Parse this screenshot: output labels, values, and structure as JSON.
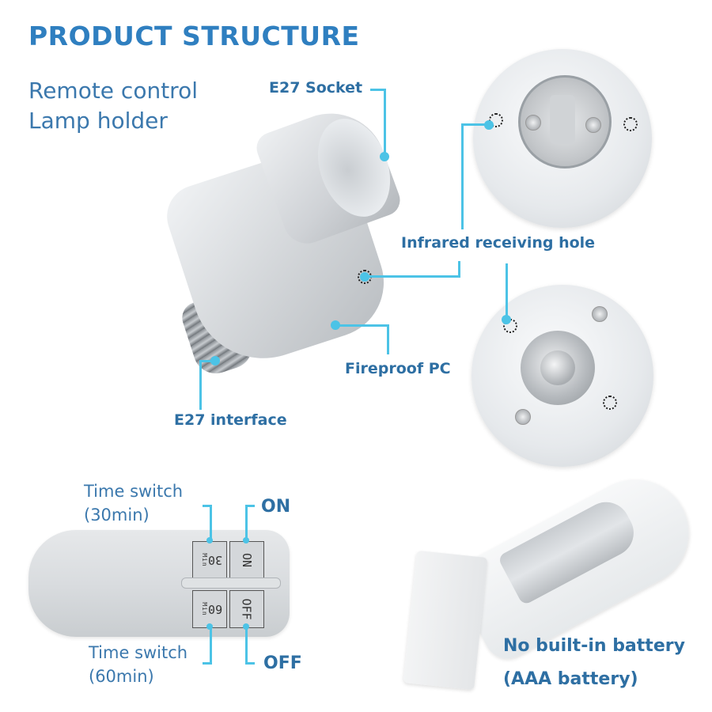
{
  "header": {
    "title": "PRODUCT STRUCTURE",
    "subtitle_line1": "Remote control",
    "subtitle_line2": "Lamp holder"
  },
  "lamp_holder": {
    "labels": {
      "socket": "E27 Socket",
      "infrared": "Infrared receiving hole",
      "material": "Fireproof PC",
      "interface": "E27 interface"
    }
  },
  "remote": {
    "labels": {
      "timer30_line1": "Time switch",
      "timer30_line2": "(30min)",
      "on": "ON",
      "timer60_line1": "Time switch",
      "timer60_line2": "(60min)",
      "off": "OFF"
    },
    "buttons": {
      "b30": "30",
      "b30_unit": "Min",
      "on": "ON",
      "b60": "60",
      "b60_unit": "Min",
      "off": "OFF"
    }
  },
  "battery": {
    "line1": "No built-in battery",
    "line2": "(AAA battery)"
  },
  "colors": {
    "title": "#2f7fc0",
    "label": "#2e6fa3",
    "leader_line": "#4cc3e6"
  }
}
